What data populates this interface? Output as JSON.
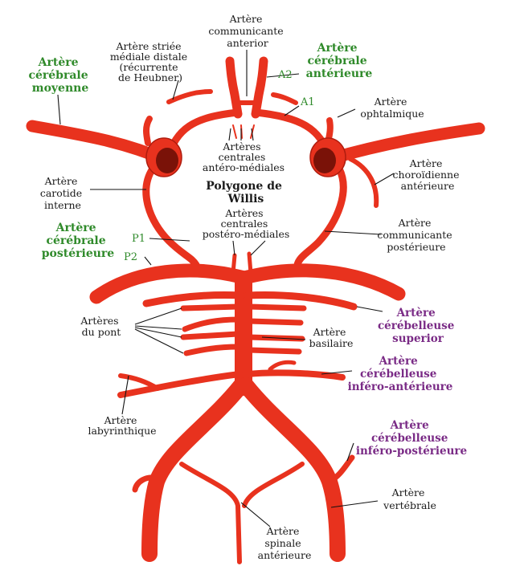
{
  "colors": {
    "vessel": "#e8321e",
    "vessel_dark": "#b01d0f",
    "lumen": "#7a1208",
    "green": "#2f8a2a",
    "purple": "#7a2b86"
  },
  "labels": {
    "acom": [
      "Artère",
      "communicante",
      "anterior"
    ],
    "heubner": [
      "Artère striée",
      "médiale distale",
      "(récurrente",
      "de Heubner)"
    ],
    "acm": [
      "Artère",
      "cérébrale",
      "moyenne"
    ],
    "a2": "A2",
    "aca": [
      "Artère",
      "cérébrale",
      "antérieure"
    ],
    "a1": "A1",
    "ophta": [
      "Artère",
      "ophtalmique"
    ],
    "central_ant": [
      "Artères",
      "centrales",
      "antéro-médiales"
    ],
    "polygone": [
      "Polygone de",
      "Willis"
    ],
    "carotide": [
      "Artère",
      "carotide",
      "interne"
    ],
    "choroid": [
      "Artère",
      "choroïdienne",
      "antérieure"
    ],
    "central_post": [
      "Artères",
      "centrales",
      "postéro-médiales"
    ],
    "acp": [
      "Artère",
      "cérébrale",
      "postérieure"
    ],
    "p1": "P1",
    "p2": "P2",
    "pcom": [
      "Artère",
      "communicante",
      "postérieure"
    ],
    "pont": [
      "Artères",
      "du pont"
    ],
    "sca": [
      "Artère",
      "cérébelleuse",
      "superior"
    ],
    "basilaire": [
      "Artère",
      "basilaire"
    ],
    "aica": [
      "Artère",
      "cérébelleuse",
      "inféro-antérieure"
    ],
    "labyr": [
      "Artère",
      "labyrinthique"
    ],
    "pica": [
      "Artère",
      "cérébelleuse",
      "inféro-postérieure"
    ],
    "vertebrale": [
      "Artère",
      "vertébrale"
    ],
    "spinale": [
      "Artère",
      "spinale",
      "antérieure"
    ]
  }
}
